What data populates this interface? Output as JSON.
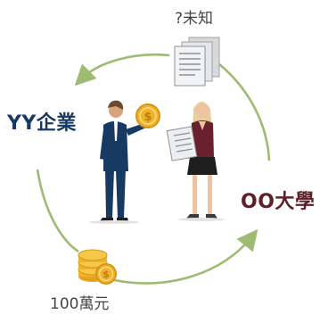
{
  "labels": {
    "document_caption": "?未知",
    "company": "YY企業",
    "university": "OO大學",
    "funding": "100萬元"
  },
  "colors": {
    "arrow": "#9dbb72",
    "company_text": "#173a63",
    "university_text": "#5e1f28",
    "caption_text": "#444444",
    "coin": "#f0b429",
    "businessman_suit": "#173a63",
    "woman_top": "#6b2030"
  },
  "icons": {
    "documents": "document-stack-icon",
    "coin": "coin-icon",
    "coin_stack": "coin-stack-icon"
  }
}
